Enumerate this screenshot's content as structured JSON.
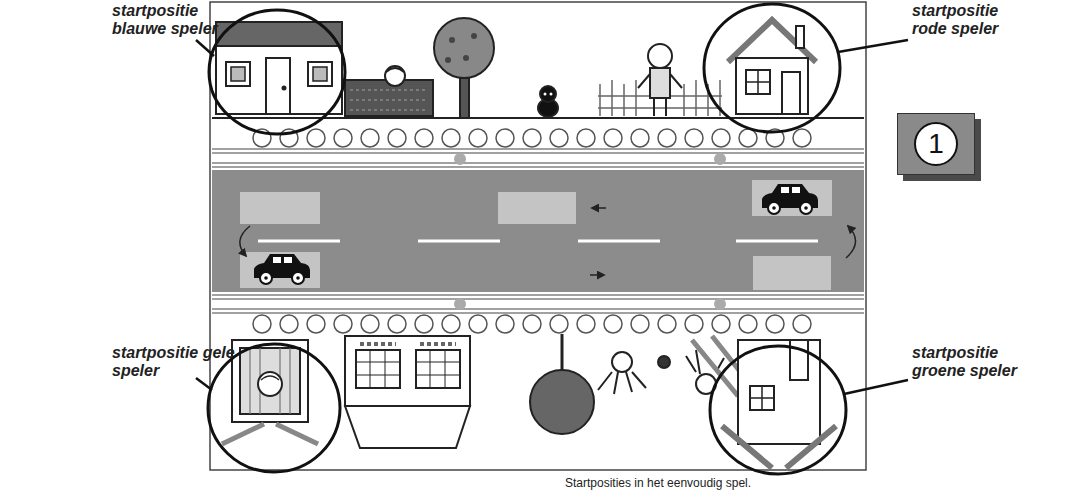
{
  "diagram": {
    "caption": "Startposities in het eenvoudig spel.",
    "nodes": [
      {
        "text": [
          "1"
        ]
      }
    ],
    "labels": [
      "startpositie blauwe speler",
      "startpositie rode speler",
      "startpositie gele speler",
      "startpositie groene speler"
    ]
  }
}
